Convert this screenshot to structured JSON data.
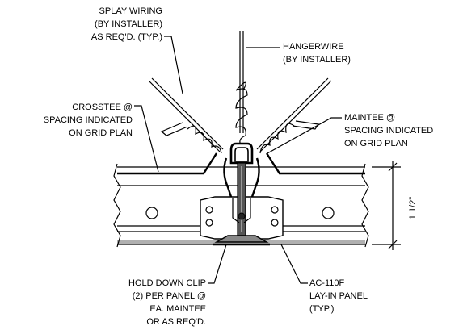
{
  "labels": {
    "splay_wiring": [
      "SPLAY WIRING",
      "(BY INSTALLER)",
      "AS REQ'D. (TYP.)"
    ],
    "hangerwire": [
      "HANGERWIRE",
      "(BY INSTALLER)"
    ],
    "crosstee": [
      "CROSSTEE @",
      "SPACING INDICATED",
      "ON GRID PLAN"
    ],
    "maintee": [
      "MAINTEE @",
      "SPACING INDICATED",
      "ON GRID PLAN"
    ],
    "dimension": "1 1/2\"",
    "hold_down_clip": [
      "HOLD DOWN CLIP",
      "(2) PER PANEL @",
      "EA. MAINTEE",
      "OR AS REQ'D."
    ],
    "panel": [
      "AC-110F",
      "LAY-IN PANEL",
      "(TYP.)"
    ]
  }
}
